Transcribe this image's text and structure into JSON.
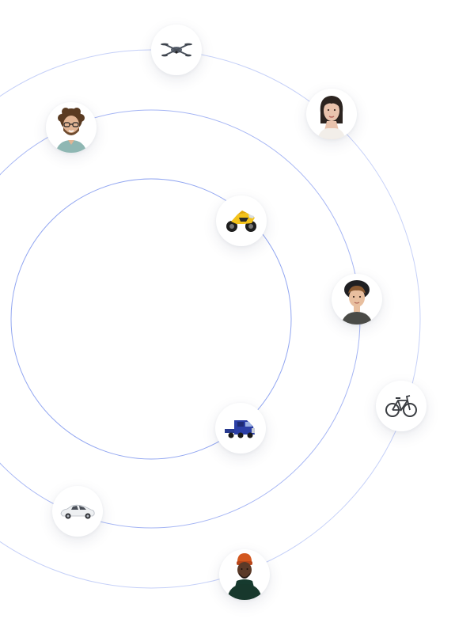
{
  "colors": {
    "orbit": "#7f96ef",
    "background": "#ffffff",
    "node_bg": "#ffffff"
  },
  "nodes": [
    {
      "icon": "drone-icon",
      "kind": "vehicle"
    },
    {
      "icon": "woman-avatar",
      "kind": "person"
    },
    {
      "icon": "curly-man-avatar",
      "kind": "person"
    },
    {
      "icon": "motorcycle-icon",
      "kind": "vehicle"
    },
    {
      "icon": "young-man-avatar",
      "kind": "person"
    },
    {
      "icon": "bicycle-icon",
      "kind": "vehicle"
    },
    {
      "icon": "truck-icon",
      "kind": "vehicle"
    },
    {
      "icon": "car-icon",
      "kind": "vehicle"
    },
    {
      "icon": "man-beanie-avatar",
      "kind": "person"
    }
  ]
}
